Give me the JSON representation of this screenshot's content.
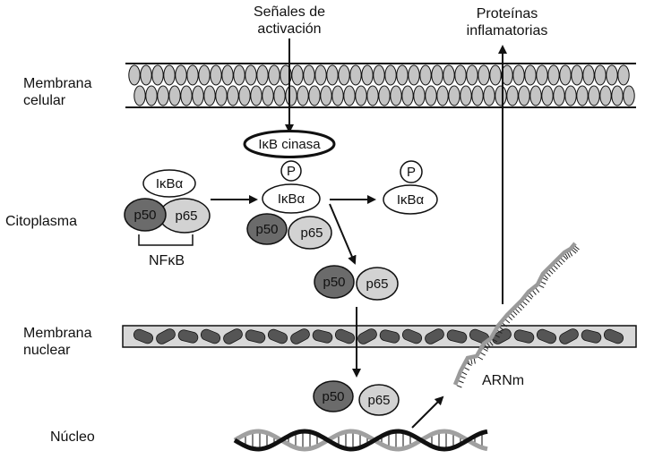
{
  "labels": {
    "activation_signals_line1": "Señales de",
    "activation_signals_line2": "activación",
    "inflammatory_proteins_line1": "Proteínas",
    "inflammatory_proteins_line2": "inflamatorias",
    "cell_membrane_line1": "Membrana",
    "cell_membrane_line2": "celular",
    "cytoplasm": "Citoplasma",
    "nuclear_membrane_line1": "Membrana",
    "nuclear_membrane_line2": "nuclear",
    "nucleus": "Núcleo",
    "mrna": "ARNm",
    "nfkb": "NFκB"
  },
  "molecules": {
    "ikb_kinase": "IκB cinasa",
    "phosphate": "P",
    "ikb_alpha": "IκBα",
    "p50": "p50",
    "p65": "p65"
  },
  "colors": {
    "p50_fill": "#6b6b6b",
    "p65_fill": "#d2d2d2",
    "membrane_fill": "#c4c4c4",
    "nuclear_blob_fill": "#555555",
    "nuclear_band_fill": "#d8d8d8",
    "mrna_strand": "#9a9a9a"
  }
}
